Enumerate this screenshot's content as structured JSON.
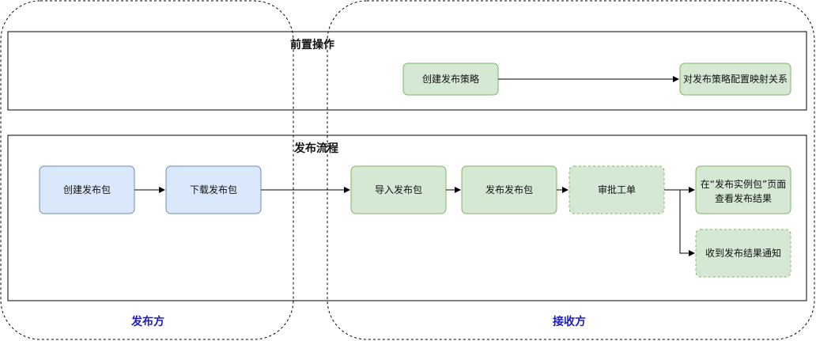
{
  "colors": {
    "lane_label": "#1a1acc",
    "blue_fill": "#dae8fc",
    "blue_stroke": "#6c8ebf",
    "green_fill": "#d5e8d4",
    "green_stroke": "#82b366",
    "line": "#000000"
  },
  "lanes": {
    "sender": "发布方",
    "receiver": "接收方"
  },
  "sections": {
    "pre": "前置操作",
    "flow": "发布流程"
  },
  "nodes": {
    "create_strategy": "创建发布策略",
    "config_mapping": "对发布策略配置映射关系",
    "create_package": "创建发布包",
    "download_package": "下载发布包",
    "import_package": "导入发布包",
    "publish_package": "发布发布包",
    "approval": "审批工单",
    "view_result_line1": "在“发布实例包”页面",
    "view_result_line2": "查看发布结果",
    "result_notice": "收到发布结果通知"
  }
}
